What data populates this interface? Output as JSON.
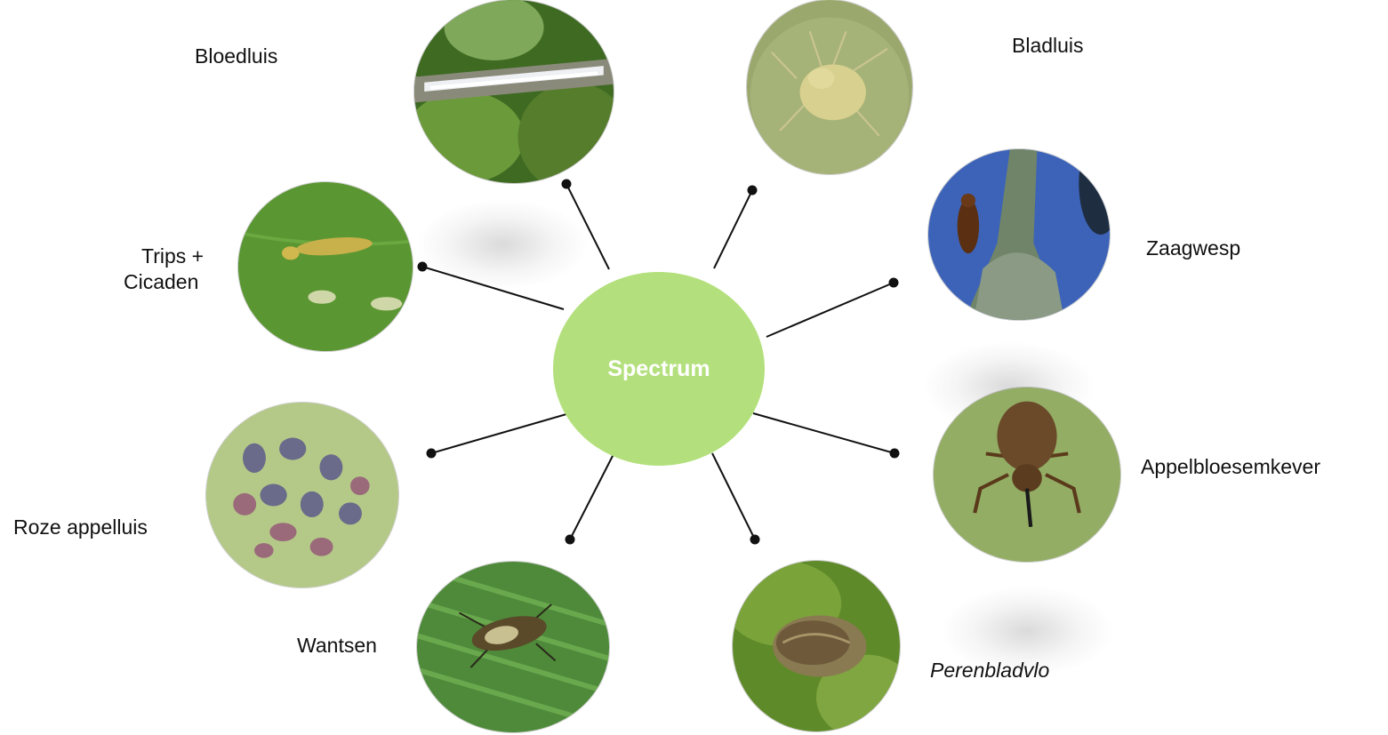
{
  "center": {
    "label": "Spectrum",
    "color": "#b3e07c"
  },
  "pests": [
    {
      "id": "bloedluis",
      "label": "Bloedluis",
      "icon": "woolly-aphid-photo"
    },
    {
      "id": "bladluis",
      "label": "Bladluis",
      "icon": "green-aphid-photo"
    },
    {
      "id": "zaagwesp",
      "label": "Zaagwesp",
      "icon": "sawfly-photo"
    },
    {
      "id": "appelbloesemkever",
      "label": "Appelbloesemkever",
      "icon": "weevil-photo"
    },
    {
      "id": "perenbladvlo",
      "label": "Perenbladvlo",
      "icon": "pear-psylla-photo",
      "italic": true
    },
    {
      "id": "wantsen",
      "label": "Wantsen",
      "icon": "bug-photo"
    },
    {
      "id": "roze-appelluis",
      "label": "Roze appelluis",
      "icon": "rosy-aphid-photo"
    },
    {
      "id": "trips-cicaden",
      "label": "Trips +",
      "label2": "Cicaden",
      "icon": "thrips-photo"
    }
  ]
}
